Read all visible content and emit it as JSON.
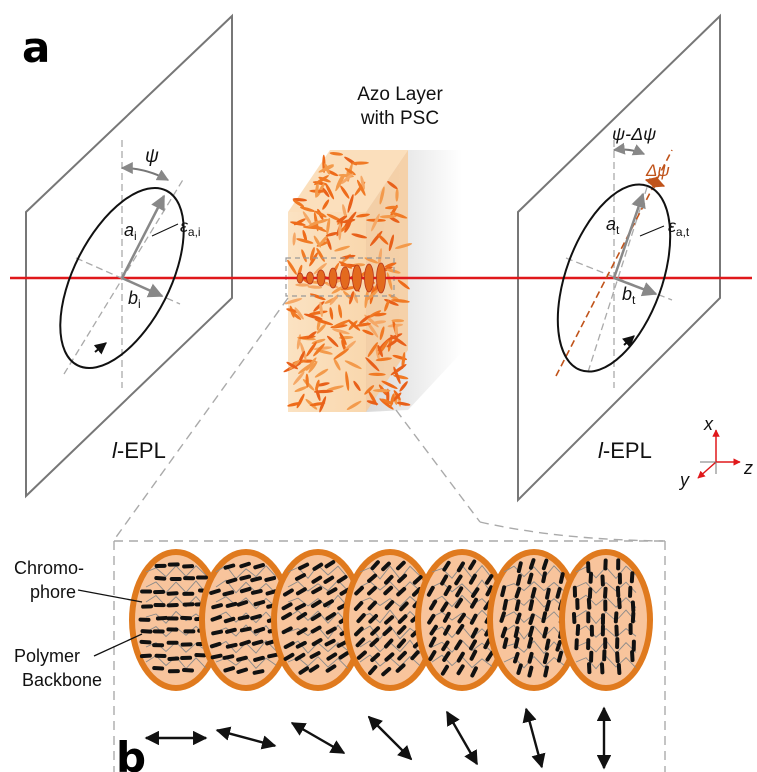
{
  "panel_a": {
    "letter": "a",
    "azo_title_line1": "Azo Layer",
    "azo_title_line2": "with PSC",
    "left_plate": {
      "label_italic": "l",
      "label_rest": "-EPL",
      "angle": "ψ",
      "major_axis": "a",
      "major_sub": "i",
      "minor_axis": "b",
      "minor_sub": "i",
      "ellipticity": "ε",
      "ellipticity_sub": "a,i"
    },
    "right_plate": {
      "label_italic": "l",
      "label_rest": "-EPL",
      "angle": "ψ-Δψ",
      "delta": "Δψ",
      "major_axis": "a",
      "major_sub": "t",
      "minor_axis": "b",
      "minor_sub": "t",
      "ellipticity": "ε",
      "ellipticity_sub": "a,t"
    },
    "axes": {
      "x": "x",
      "y": "y",
      "z": "z"
    },
    "colors": {
      "beam": "#e0181b",
      "orange": "#e46c1c",
      "dash_orange": "#c0531a",
      "axis_red": "#e0181b"
    }
  },
  "panel_b": {
    "letter": "b",
    "chromophore_line1": "Chromo-",
    "chromophore_line2": "phore",
    "polymer_line1": "Polymer",
    "polymer_line2": "Backbone",
    "colors": {
      "disk_fill": "#f8c49c",
      "disk_edge": "#e07a1e",
      "chromophore": "#111111"
    }
  }
}
